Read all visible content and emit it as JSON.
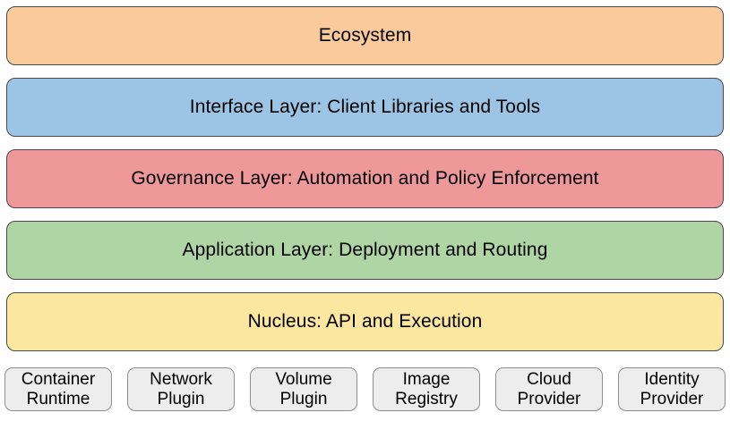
{
  "colors": {
    "background": "#ffffff",
    "layer_border": "#4a4a4a",
    "plugin_fill": "#ededed",
    "plugin_border": "#8f8f8f",
    "text": "#000000"
  },
  "layers": [
    {
      "label": "Ecosystem",
      "fill": "#faca9d"
    },
    {
      "label": "Interface Layer: Client Libraries and Tools",
      "fill": "#9cc4e5"
    },
    {
      "label": "Governance Layer: Automation and Policy Enforcement",
      "fill": "#ee989a"
    },
    {
      "label": "Application Layer: Deployment and Routing",
      "fill": "#afd5a5"
    },
    {
      "label": "Nucleus: API and Execution",
      "fill": "#fce7a1"
    }
  ],
  "plugins": [
    {
      "label": "Container Runtime"
    },
    {
      "label": "Network Plugin"
    },
    {
      "label": "Volume Plugin"
    },
    {
      "label": "Image Registry"
    },
    {
      "label": "Cloud Provider"
    },
    {
      "label": "Identity Provider"
    }
  ]
}
